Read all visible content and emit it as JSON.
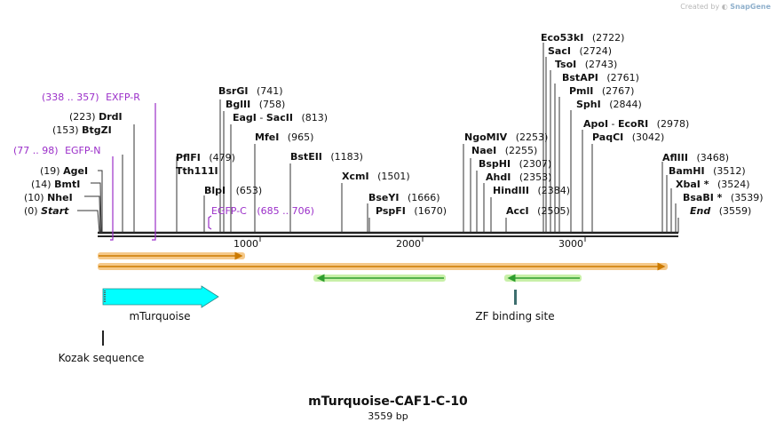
{
  "credit": {
    "prefix": "Created by",
    "brand": "SnapGene"
  },
  "map": {
    "title": "mTurquoise-CAF1-C-10",
    "subtitle": "3559 bp",
    "ticks": [
      "1000",
      "2000",
      "3000"
    ]
  },
  "sites": [
    {
      "name": "Start",
      "pos": "(0)",
      "style": "italic"
    },
    {
      "name": "NheI",
      "pos": "(10)"
    },
    {
      "name": "BmtI",
      "pos": "(14)"
    },
    {
      "name": "AgeI",
      "pos": "(19)"
    },
    {
      "name": "BtgZI",
      "pos": "(153)"
    },
    {
      "name": "DrdI",
      "pos": "(223)"
    },
    {
      "name": "PflFI",
      "pos": "(479)"
    },
    {
      "name": "Tth111I",
      "pos": ""
    },
    {
      "name": "BlpI",
      "pos": "(653)"
    },
    {
      "name": "BsrGI",
      "pos": "(741)"
    },
    {
      "name": "BglII",
      "pos": "(758)"
    },
    {
      "name": "EagI",
      "pos": "",
      "extra": "SacII",
      "extra_pos": "(813)"
    },
    {
      "name": "MfeI",
      "pos": "(965)"
    },
    {
      "name": "BstEII",
      "pos": "(1183)"
    },
    {
      "name": "XcmI",
      "pos": "(1501)"
    },
    {
      "name": "BseYI",
      "pos": "(1666)"
    },
    {
      "name": "PspFI",
      "pos": "(1670)"
    },
    {
      "name": "NgoMIV",
      "pos": "(2253)"
    },
    {
      "name": "NaeI",
      "pos": "(2255)"
    },
    {
      "name": "BspHI",
      "pos": "(2307)"
    },
    {
      "name": "AhdI",
      "pos": "(2353)"
    },
    {
      "name": "HindIII",
      "pos": "(2384)"
    },
    {
      "name": "AccI",
      "pos": "(2505)"
    },
    {
      "name": "Eco53kI",
      "pos": "(2722)"
    },
    {
      "name": "SacI",
      "pos": "(2724)"
    },
    {
      "name": "TsoI",
      "pos": "(2743)"
    },
    {
      "name": "BstAPI",
      "pos": "(2761)"
    },
    {
      "name": "PmlI",
      "pos": "(2767)"
    },
    {
      "name": "SphI",
      "pos": "(2844)"
    },
    {
      "name": "ApoI",
      "pos": "",
      "extra": "EcoRI",
      "extra_pos": "(2978)"
    },
    {
      "name": "PaqCI",
      "pos": "(3042)"
    },
    {
      "name": "AflIII",
      "pos": "(3468)"
    },
    {
      "name": "BamHI",
      "pos": "(3512)"
    },
    {
      "name": "XbaI *",
      "pos": "(3524)"
    },
    {
      "name": "BsaBI *",
      "pos": "(3539)"
    },
    {
      "name": "End",
      "pos": "(3559)",
      "style": "italic"
    }
  ],
  "primers": [
    {
      "name": "EXFP-R",
      "range": "(338 .. 357)"
    },
    {
      "name": "EGFP-N",
      "range": "(77 .. 98)"
    },
    {
      "name": "EGFP-C",
      "range": "(685 .. 706)"
    }
  ],
  "features": [
    {
      "name": "mTurquoise",
      "color": "#00ffff"
    },
    {
      "name": "ZF binding site",
      "color": "#3d6e6e"
    },
    {
      "name": "Kozak sequence",
      "color": "#222222"
    }
  ],
  "colors": {
    "primer": "#9b2fc9",
    "orf_highlight": "#f5c98a",
    "orf_arrow": "#cc7a00",
    "green_orf": "#2f9e2f",
    "green_highlight": "#c8f0a8"
  }
}
